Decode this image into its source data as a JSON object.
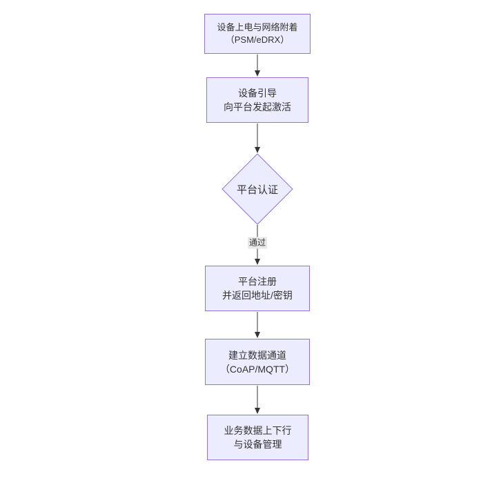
{
  "diagram": {
    "type": "flowchart",
    "direction": "top-down",
    "colors": {
      "background": "#ffffff",
      "node_fill": "#ECECFF",
      "node_border": "#9370DB",
      "text": "#333333",
      "edge": "#333333",
      "edge_label_bg": "#e8e8e8"
    },
    "nodes": [
      {
        "id": "power-attach",
        "shape": "rect",
        "lines": [
          "设备上电与网络附着",
          "（PSM/eDRX）"
        ]
      },
      {
        "id": "bootstrap",
        "shape": "rect",
        "lines": [
          "设备引导",
          "向平台发起激活"
        ]
      },
      {
        "id": "auth",
        "shape": "diamond",
        "lines": [
          "平台认证"
        ]
      },
      {
        "id": "register",
        "shape": "rect",
        "lines": [
          "平台注册",
          "并返回地址/密钥"
        ]
      },
      {
        "id": "data-channel",
        "shape": "rect",
        "lines": [
          "建立数据通道",
          "（CoAP/MQTT）"
        ]
      },
      {
        "id": "business",
        "shape": "rect",
        "lines": [
          "业务数据上下行",
          "与设备管理"
        ]
      }
    ],
    "edges": [
      {
        "from": "power-attach",
        "to": "bootstrap",
        "label": ""
      },
      {
        "from": "bootstrap",
        "to": "auth",
        "label": ""
      },
      {
        "from": "auth",
        "to": "register",
        "label": "通过"
      },
      {
        "from": "register",
        "to": "data-channel",
        "label": ""
      },
      {
        "from": "data-channel",
        "to": "business",
        "label": ""
      }
    ]
  }
}
